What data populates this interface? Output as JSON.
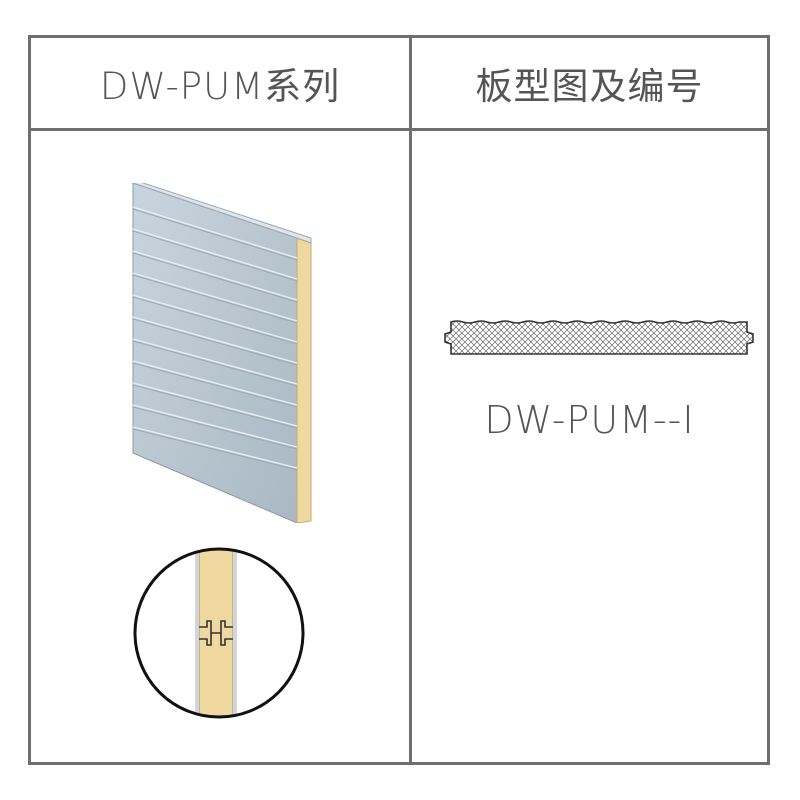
{
  "table": {
    "col1_header": "DW-PUM系列",
    "col2_header": "板型图及编号",
    "model_code": "DW-PUM--I"
  },
  "icons": {
    "panel": "sandwich-panel-render-icon",
    "joint_detail": "tongue-groove-joint-detail-icon",
    "profile": "panel-cross-section-profile-icon"
  },
  "colors": {
    "border": "#6f6f6f",
    "text": "#555555",
    "panel_face": "#b8c6d0",
    "foam_core": "#f0d9a0"
  }
}
